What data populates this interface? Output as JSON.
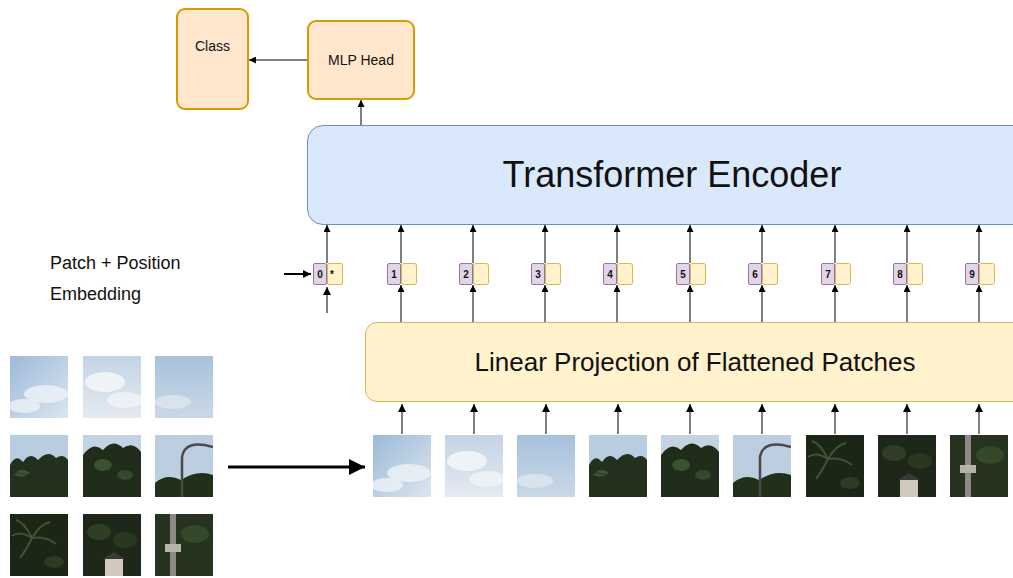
{
  "diagram": {
    "nodes": [
      {
        "text": [
          "Class"
        ]
      },
      {
        "text": [
          "MLP Head"
        ]
      },
      {
        "text": [
          "Transformer Encoder"
        ]
      },
      {
        "text": [
          "0"
        ]
      },
      {
        "text": [
          "*"
        ]
      },
      {
        "text": [
          "1"
        ]
      },
      {
        "text": [
          "2"
        ]
      },
      {
        "text": [
          "3"
        ]
      },
      {
        "text": [
          "4"
        ]
      },
      {
        "text": [
          "5"
        ]
      },
      {
        "text": [
          "6"
        ]
      },
      {
        "text": [
          "7"
        ]
      },
      {
        "text": [
          "8"
        ]
      },
      {
        "text": [
          "9"
        ]
      },
      {
        "text": [
          "Linear Projection of Flattened Patches"
        ]
      }
    ],
    "edges": [
      {
        "from": 1,
        "to": 0,
        "arrow": "to"
      },
      {
        "from": 2,
        "to": 1,
        "arrow": "to"
      },
      {
        "from": 3,
        "to": 2,
        "arrow": "to"
      },
      {
        "from": 5,
        "to": 2,
        "arrow": "to"
      },
      {
        "from": 6,
        "to": 2,
        "arrow": "to"
      },
      {
        "from": 7,
        "to": 2,
        "arrow": "to"
      },
      {
        "from": 8,
        "to": 2,
        "arrow": "to"
      },
      {
        "from": 9,
        "to": 2,
        "arrow": "to"
      },
      {
        "from": 10,
        "to": 2,
        "arrow": "to"
      },
      {
        "from": 11,
        "to": 2,
        "arrow": "to"
      },
      {
        "from": 12,
        "to": 2,
        "arrow": "to"
      },
      {
        "from": 13,
        "to": 2,
        "arrow": "to"
      },
      {
        "from": 14,
        "to": 5,
        "arrow": "to"
      },
      {
        "from": 14,
        "to": 6,
        "arrow": "to"
      },
      {
        "from": 14,
        "to": 7,
        "arrow": "to"
      },
      {
        "from": 14,
        "to": 8,
        "arrow": "to"
      },
      {
        "from": 14,
        "to": 9,
        "arrow": "to"
      },
      {
        "from": 14,
        "to": 10,
        "arrow": "to"
      },
      {
        "from": 14,
        "to": 11,
        "arrow": "to"
      },
      {
        "from": 14,
        "to": 12,
        "arrow": "to"
      },
      {
        "from": 14,
        "to": 13,
        "arrow": "to"
      }
    ],
    "labels": [
      "Patch + Position Embedding"
    ]
  }
}
